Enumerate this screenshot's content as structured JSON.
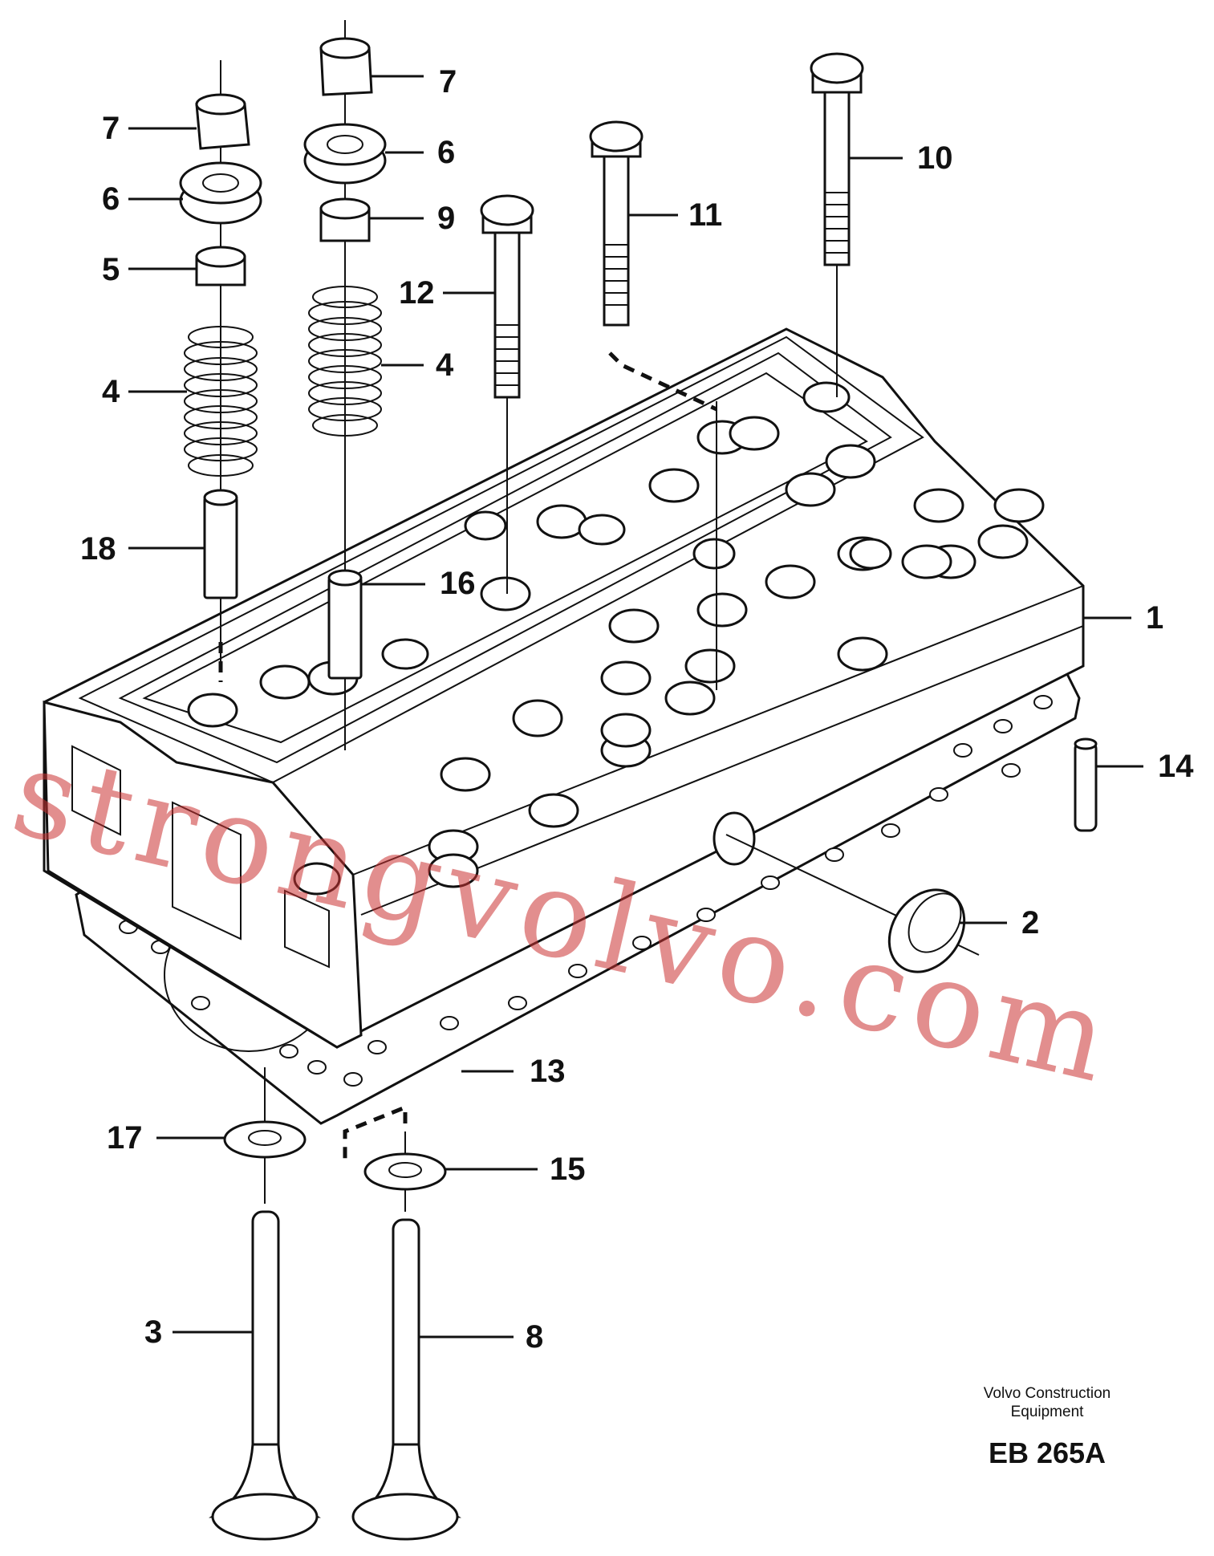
{
  "callouts": [
    {
      "id": "c7a",
      "label": "7"
    },
    {
      "id": "c6a",
      "label": "6"
    },
    {
      "id": "c5",
      "label": "5"
    },
    {
      "id": "c4a",
      "label": "4"
    },
    {
      "id": "c18",
      "label": "18"
    },
    {
      "id": "c7b",
      "label": "7"
    },
    {
      "id": "c6b",
      "label": "6"
    },
    {
      "id": "c9",
      "label": "9"
    },
    {
      "id": "c4b",
      "label": "4"
    },
    {
      "id": "c16",
      "label": "16"
    },
    {
      "id": "c12",
      "label": "12"
    },
    {
      "id": "c11",
      "label": "11"
    },
    {
      "id": "c10",
      "label": "10"
    },
    {
      "id": "c1",
      "label": "1"
    },
    {
      "id": "c14",
      "label": "14"
    },
    {
      "id": "c2",
      "label": "2"
    },
    {
      "id": "c13",
      "label": "13"
    },
    {
      "id": "c17",
      "label": "17"
    },
    {
      "id": "c15",
      "label": "15"
    },
    {
      "id": "c3",
      "label": "3"
    },
    {
      "id": "c8",
      "label": "8"
    }
  ],
  "manufacturer": "Volvo Construction Equipment",
  "drawing_code": "EB 265A",
  "watermark": "strongvolvo.com"
}
